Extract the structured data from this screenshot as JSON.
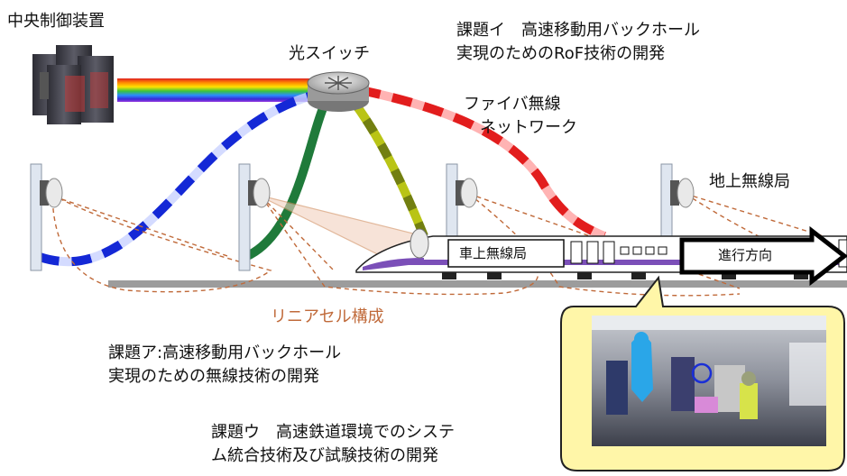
{
  "labels": {
    "central_control": "中央制御装置",
    "optical_switch": "光スイッチ",
    "fiber_wireless_line1": "ファイバ無線",
    "fiber_wireless_line2": "ネットワーク",
    "ground_station": "地上無線局",
    "linear_cell": "リニアセル構成",
    "onboard_station": "車上無線局",
    "direction": "進行方向"
  },
  "tasks": {
    "a_line1": "課題ア:高速移動用バックホール",
    "a_line2": "実現のための無線技術の開発",
    "i_line1": "課題イ　高速移動用バックホール",
    "i_line2": "実現のためのRoF技術の開発",
    "u_line1": "課題ウ　高速鉄道環境でのシステ",
    "u_line2": "ム統合技術及び試験技術の開発"
  },
  "colors": {
    "blue_fiber": "#1428d6",
    "green_fiber": "#1f7a3a",
    "yellow_fiber": "#b9c416",
    "red_fiber": "#e21d1d",
    "beam": "#d08a5a",
    "train_stripe": "#7b4fb8",
    "callout_bg": "#fff6a8"
  },
  "icons": [
    "server-rack-icon",
    "optical-switch-icon",
    "antenna-icon",
    "train-icon",
    "arrow-right-icon"
  ]
}
